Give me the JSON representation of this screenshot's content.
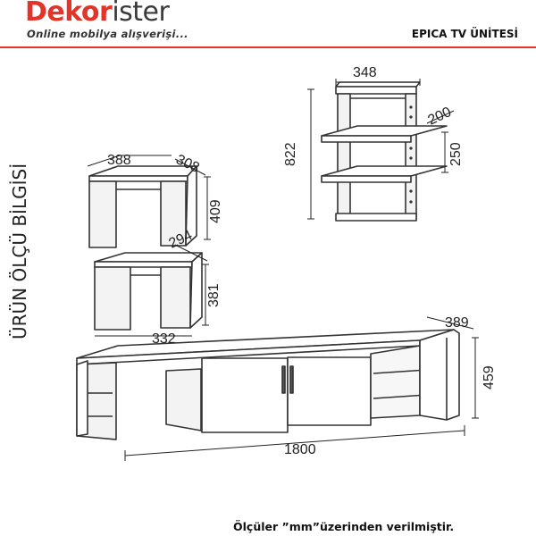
{
  "header": {
    "brand_part1": "Dekor",
    "brand_part2": "ister",
    "tagline": "Online mobilya alışverişi...",
    "product_title": "EPICA TV ÜNİTESİ",
    "brand_color": "#e3342a"
  },
  "side_title": "ÜRÜN ÖLÇÜ BİLGİSİ",
  "dimensions": {
    "wall_shelf_width": "348",
    "wall_shelf_depth": "200",
    "wall_shelf_height": "822",
    "wall_shelf_spacing": "250",
    "table_top_width": "388",
    "table_top_depth": "308",
    "table_top_height": "409",
    "table_bottom_depth": "294",
    "table_bottom_height": "381",
    "table_bottom_width": "332",
    "tv_unit_depth": "389",
    "tv_unit_height": "459",
    "tv_unit_width": "1800"
  },
  "footer": {
    "note": "Ölçüler ”mm”üzerinden verilmiştir."
  }
}
